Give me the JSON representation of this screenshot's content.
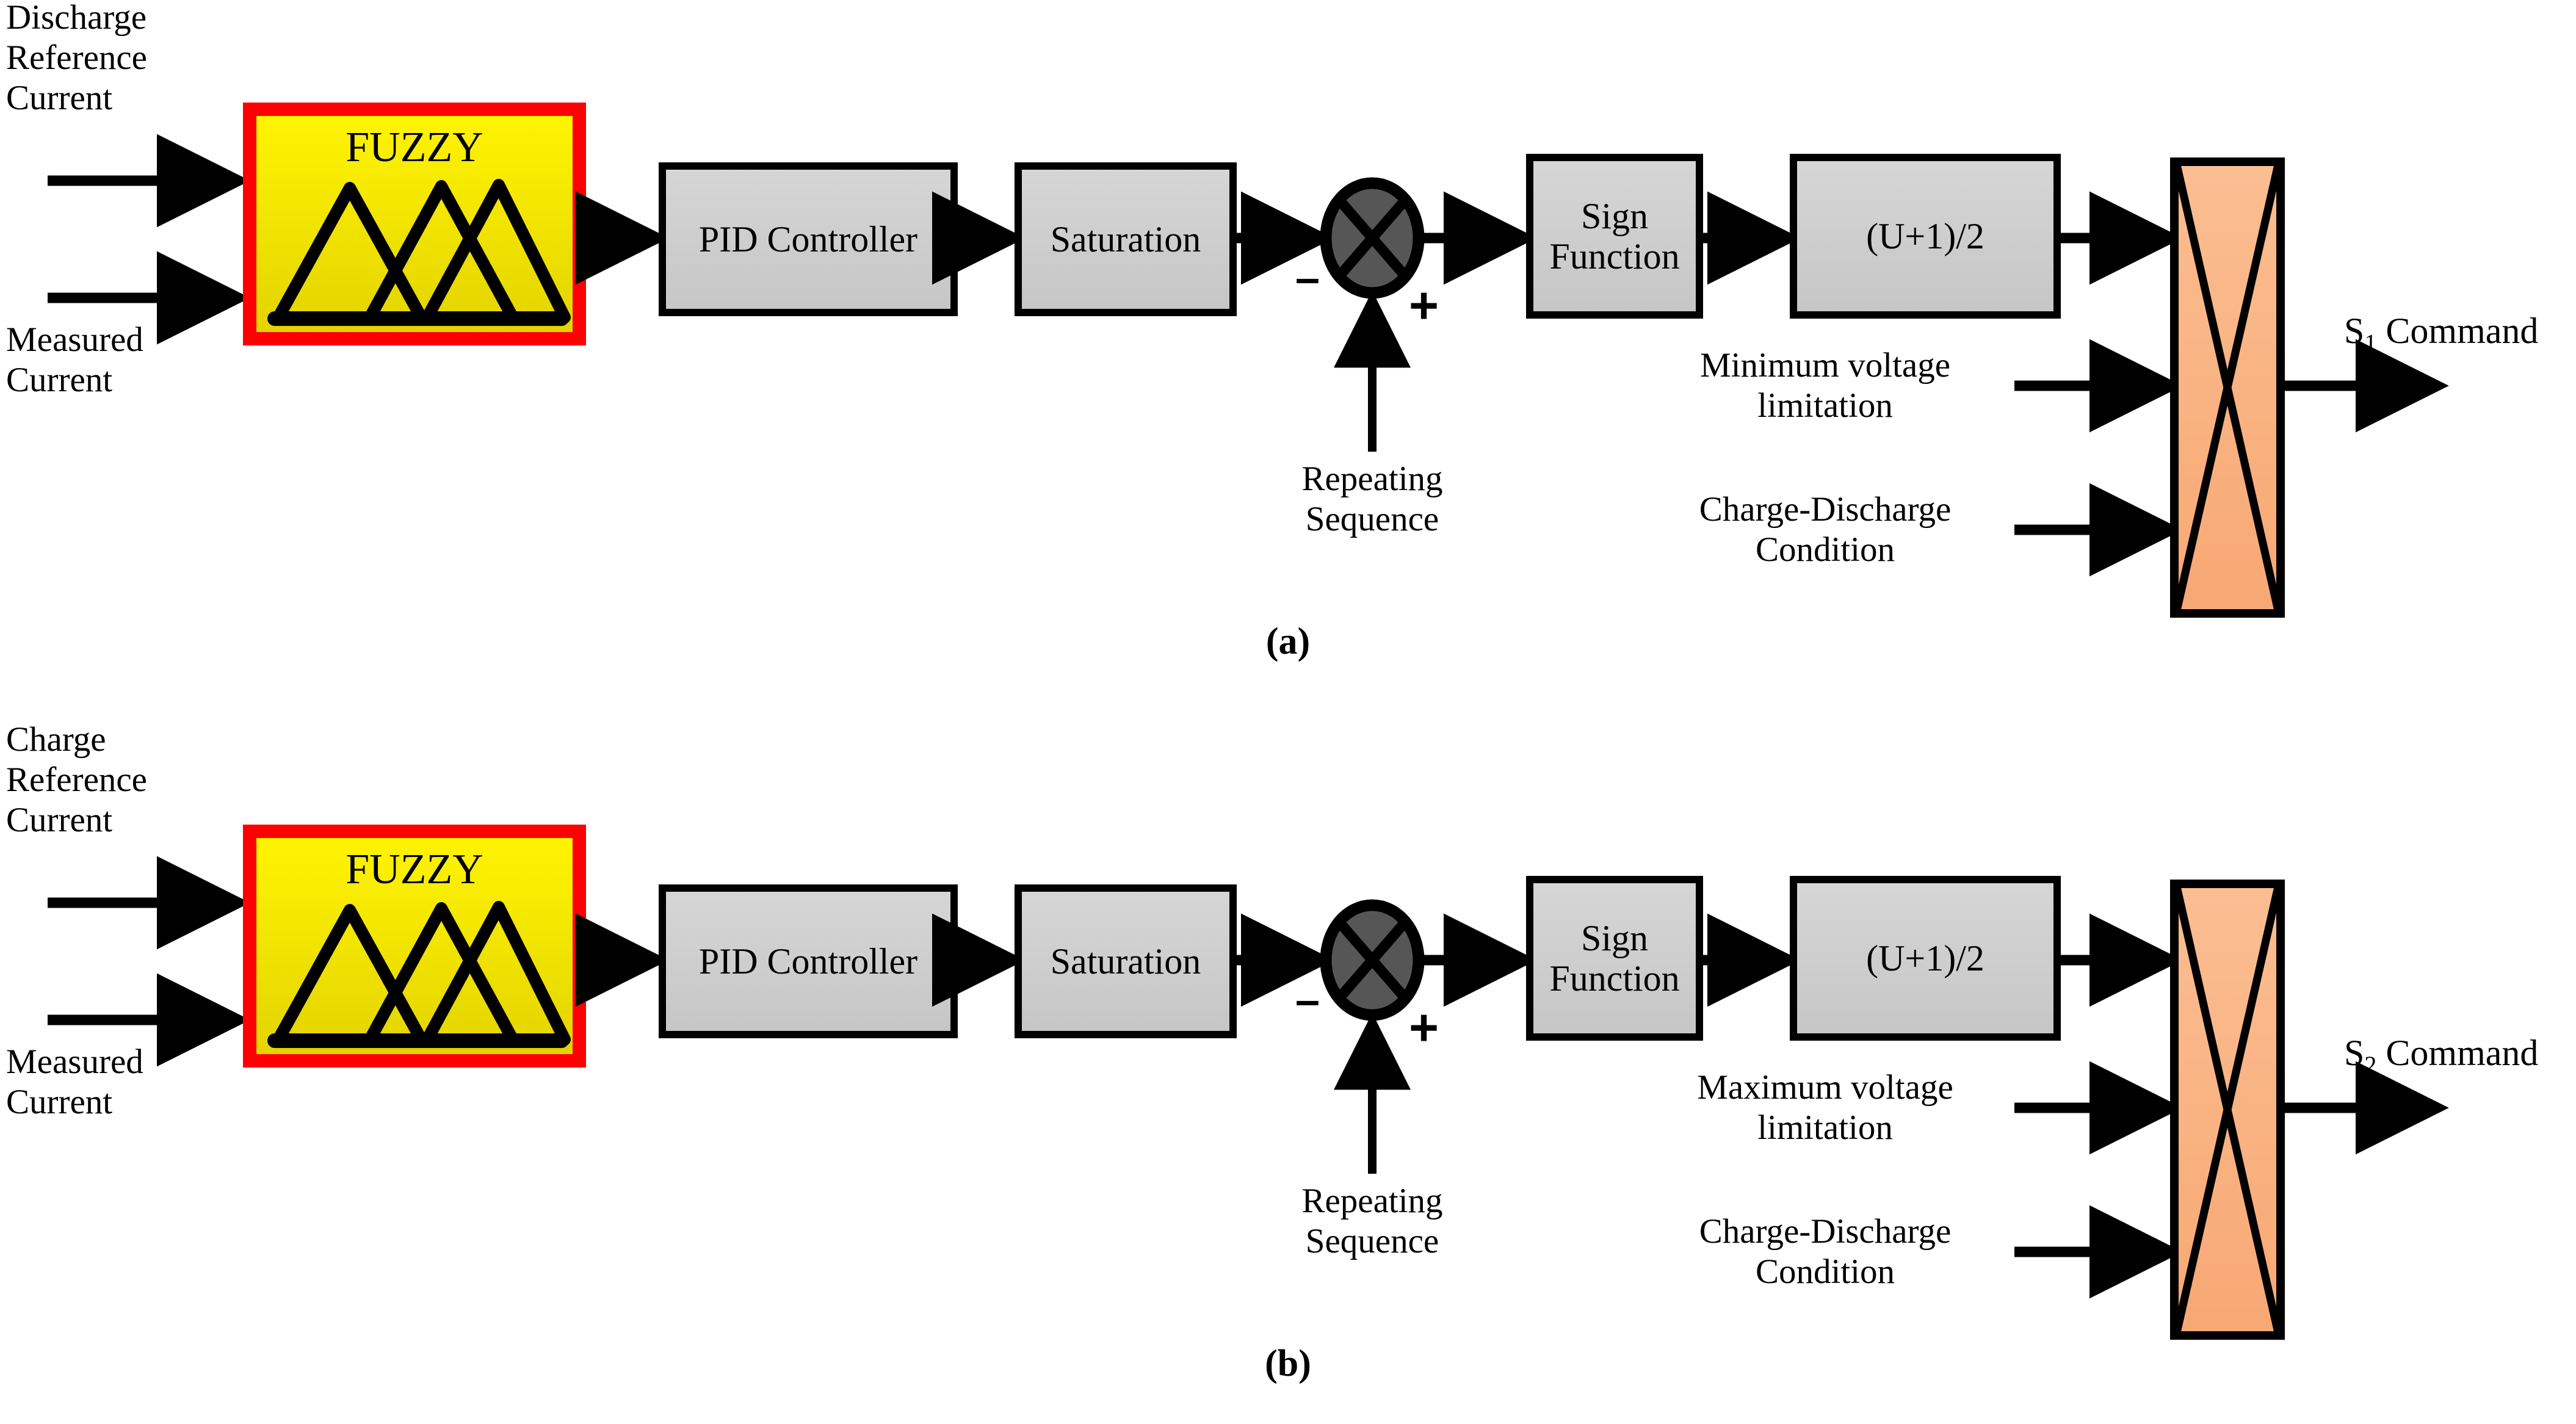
{
  "figure": {
    "type": "block-diagram",
    "description": "Fuzzy-PID based switching command generation for battery charge and discharge control",
    "panels": [
      {
        "id": "a",
        "caption": "(a)",
        "inputs": [
          {
            "label": "Discharge\nReference\nCurrent"
          },
          {
            "label": "Measured\nCurrent"
          }
        ],
        "blocks": [
          {
            "name": "fuzzy",
            "label": "FUZZY",
            "fill": "#FFF000",
            "border": "#FF0000"
          },
          {
            "name": "pid",
            "label": "PID Controller",
            "fill": "#CCCCCC",
            "border": "#000000"
          },
          {
            "name": "saturation",
            "label": "Saturation",
            "fill": "#CCCCCC",
            "border": "#000000"
          },
          {
            "name": "sum",
            "label": "",
            "fill": "#565656",
            "border": "#000000"
          },
          {
            "name": "sign",
            "label": "Sign\nFunction",
            "fill": "#CCCCCC",
            "border": "#000000"
          },
          {
            "name": "scale",
            "label": "(U+1)/2",
            "fill": "#CCCCCC",
            "border": "#000000"
          },
          {
            "name": "logic",
            "label": "",
            "fill": "#F9B384",
            "border": "#000000"
          }
        ],
        "sum_signs": {
          "minus": "–",
          "plus": "+"
        },
        "sum_input_label": "Repeating\nSequence",
        "logic_inputs": [
          {
            "label": "Minimum voltage\nlimitation"
          },
          {
            "label": "Charge-Discharge\nCondition"
          }
        ],
        "output": {
          "text": "S",
          "sub": "1",
          "suffix": " Command"
        }
      },
      {
        "id": "b",
        "caption": "(b)",
        "inputs": [
          {
            "label": "Charge\nReference\nCurrent"
          },
          {
            "label": "Measured\nCurrent"
          }
        ],
        "blocks": [
          {
            "name": "fuzzy",
            "label": "FUZZY",
            "fill": "#FFF000",
            "border": "#FF0000"
          },
          {
            "name": "pid",
            "label": "PID Controller",
            "fill": "#CCCCCC",
            "border": "#000000"
          },
          {
            "name": "saturation",
            "label": "Saturation",
            "fill": "#CCCCCC",
            "border": "#000000"
          },
          {
            "name": "sum",
            "label": "",
            "fill": "#565656",
            "border": "#000000"
          },
          {
            "name": "sign",
            "label": "Sign\nFunction",
            "fill": "#CCCCCC",
            "border": "#000000"
          },
          {
            "name": "scale",
            "label": "(U+1)/2",
            "fill": "#CCCCCC",
            "border": "#000000"
          },
          {
            "name": "logic",
            "label": "",
            "fill": "#F9B384",
            "border": "#000000"
          }
        ],
        "sum_signs": {
          "minus": "–",
          "plus": "+"
        },
        "sum_input_label": "Repeating\nSequence",
        "logic_inputs": [
          {
            "label": "Maximum voltage\nlimitation"
          },
          {
            "label": "Charge-Discharge\nCondition"
          }
        ],
        "output": {
          "text": "S",
          "sub": "2",
          "suffix": " Command"
        }
      }
    ],
    "colors": {
      "fuzzy_fill_top": "#FFF200",
      "fuzzy_fill_bottom": "#E8DC00",
      "fuzzy_border": "#FF0000",
      "block_fill": "#CCCCCC",
      "block_border": "#000000",
      "sum_fill": "#565656",
      "logic_fill": "#F9B384",
      "line": "#000000"
    }
  }
}
